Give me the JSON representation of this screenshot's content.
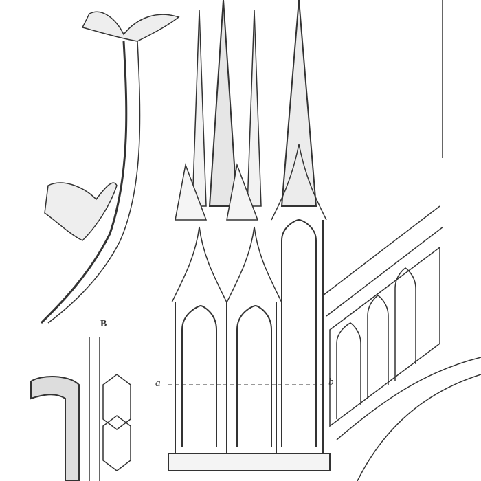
{
  "labels": {
    "section_mark": "B",
    "left_mark": "a",
    "right_mark": "b"
  },
  "colors": {
    "ink": "#333333",
    "paper": "#ffffff"
  }
}
